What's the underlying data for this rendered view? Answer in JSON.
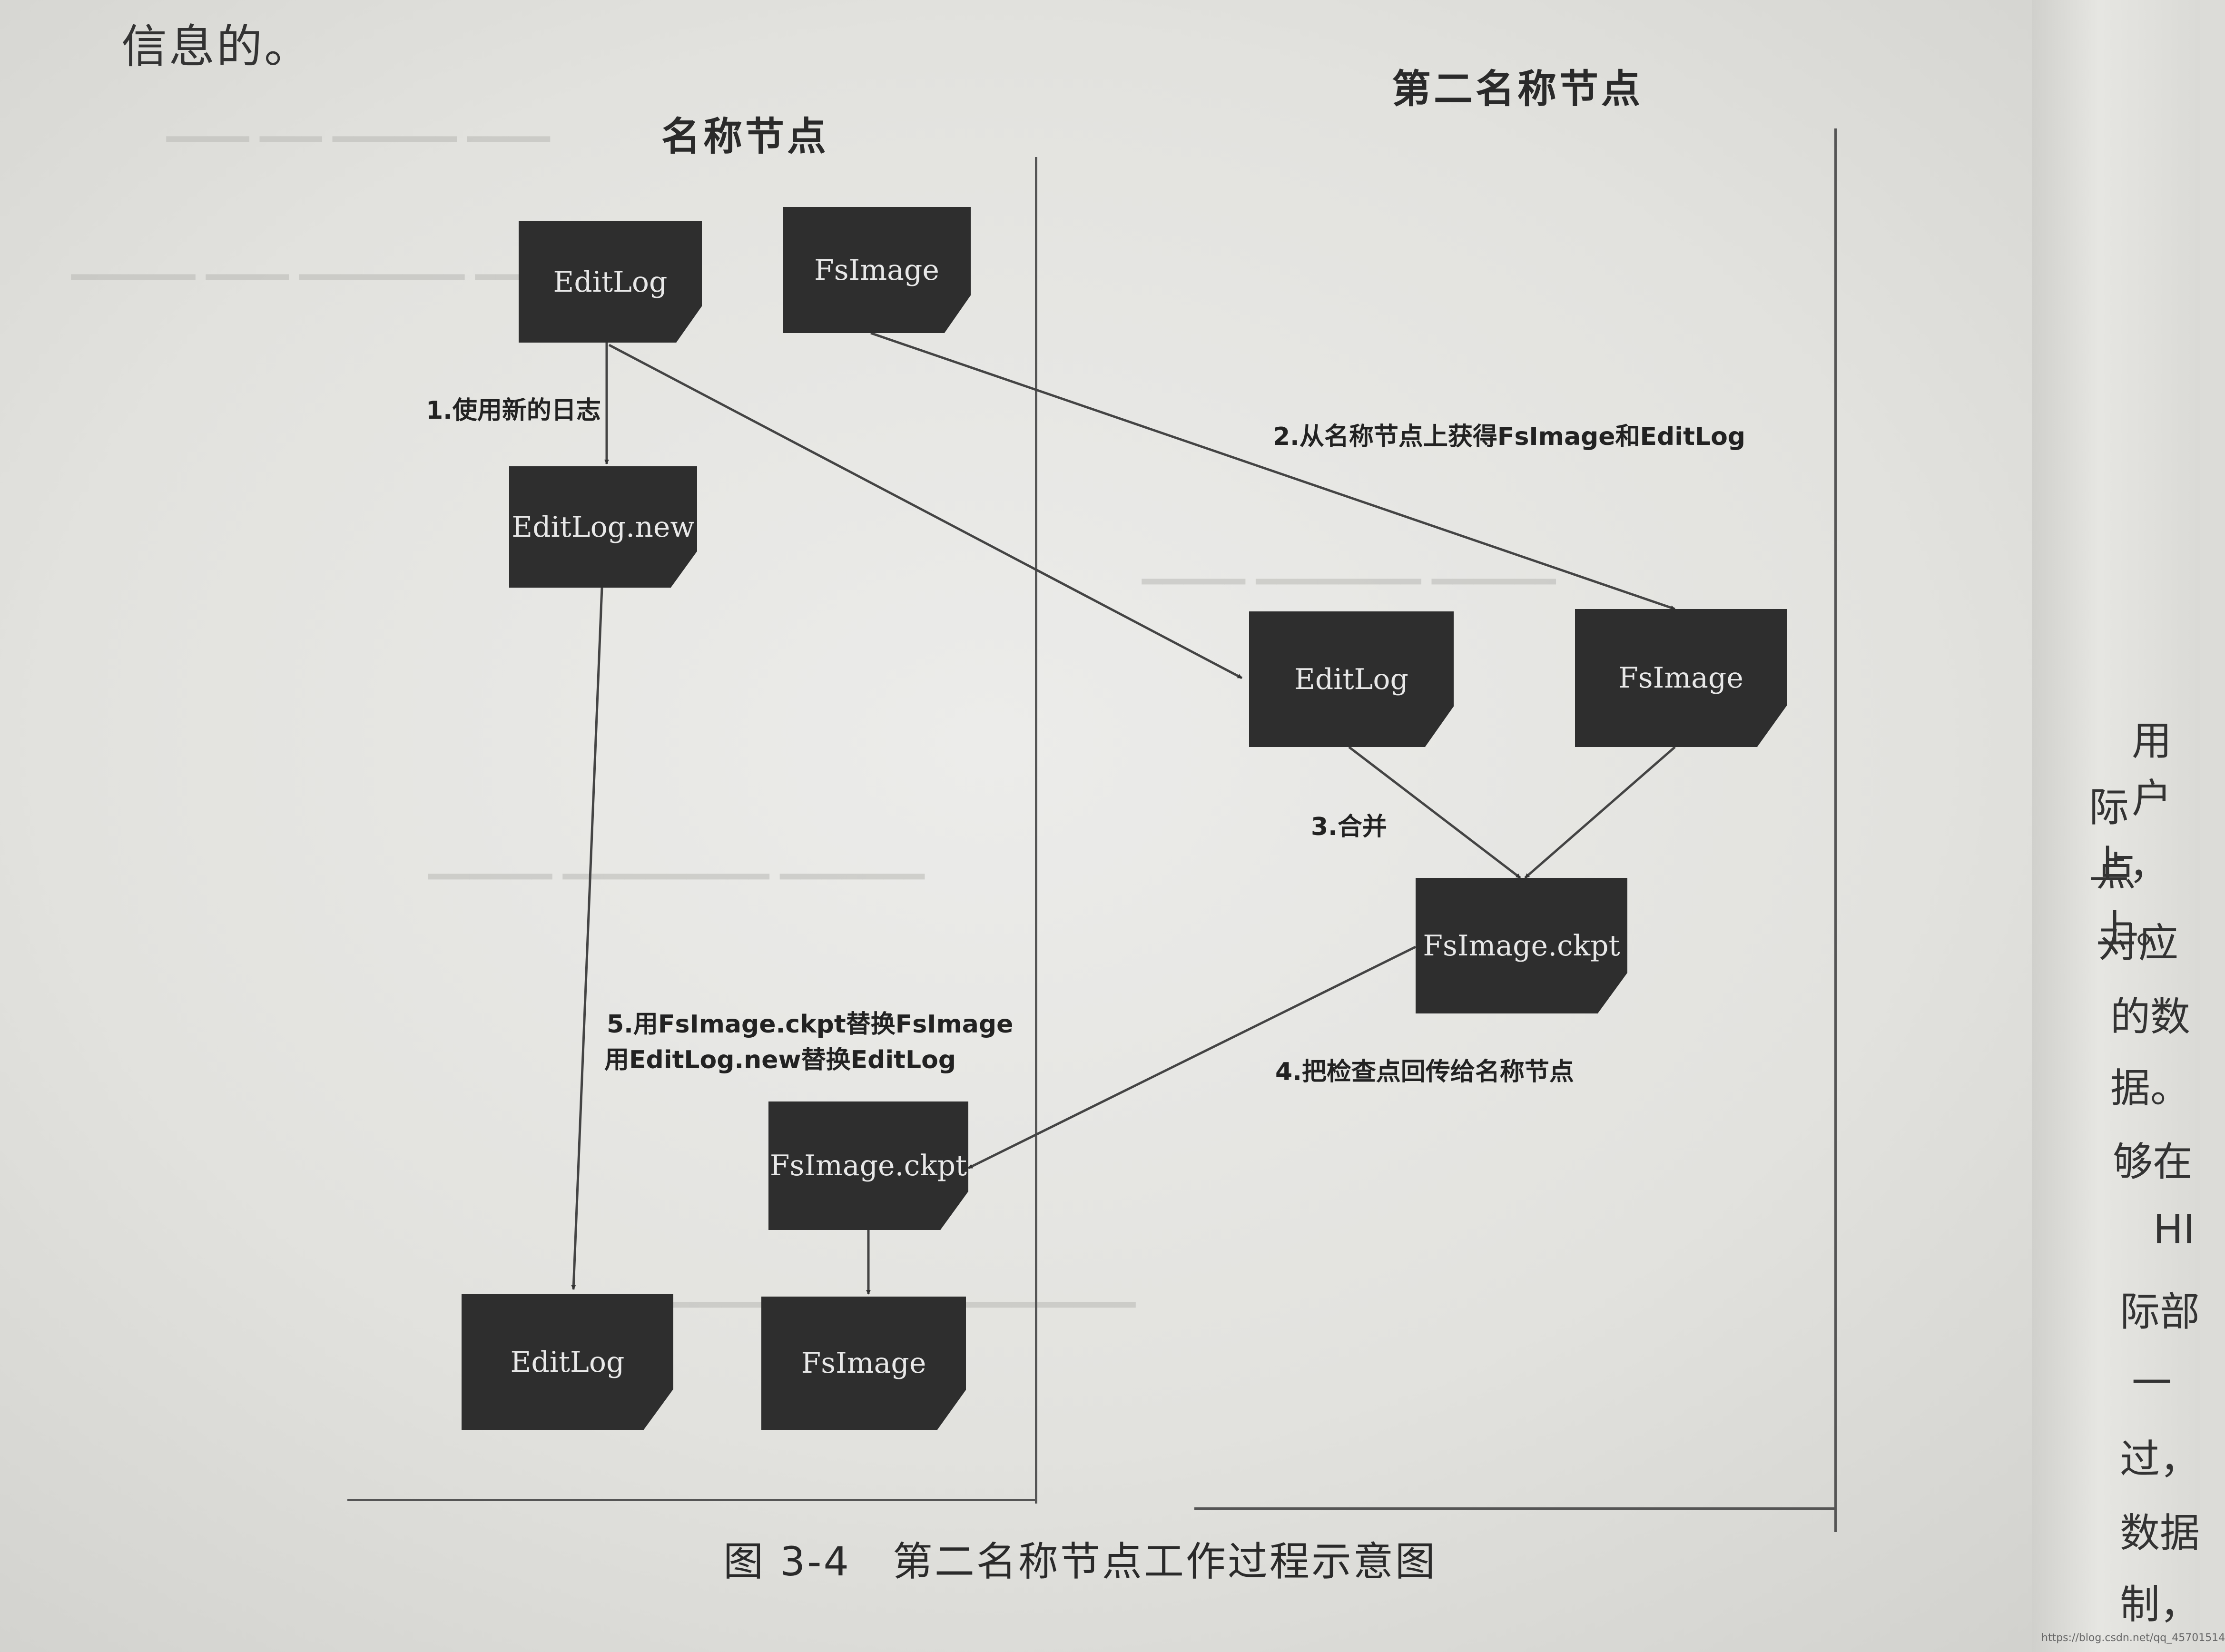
{
  "top_text": "信息的。",
  "titles": {
    "left": "名称节点",
    "right": "第二名称节点"
  },
  "nodes": {
    "n_editlog_top": "EditLog",
    "n_fsimage_top": "FsImage",
    "n_editlog_new": "EditLog.new",
    "n_editlog_sec": "EditLog",
    "n_fsimage_sec": "FsImage",
    "n_fsimage_ckpt_sec": "FsImage.ckpt",
    "n_fsimage_ckpt_bottom": "FsImage.ckpt",
    "n_editlog_bottom": "EditLog",
    "n_fsimage_bottom": "FsImage"
  },
  "steps": {
    "step1": "1.使用新的日志",
    "step2": "2.从名称节点上获得FsImage和EditLog",
    "step3": "3.合并",
    "step4": "4.把检查点回传给名称节点",
    "step5_line1": "5.用FsImage.ckpt替换FsImage",
    "step5_line2": "用EditLog.new替换EditLog"
  },
  "caption": "图 3-4　第二名称节点工作过程示意图",
  "side_text": [
    "用户",
    "际上，",
    "点上。",
    "对应",
    "的数",
    "据。",
    "够在",
    "HI",
    "际部",
    "一",
    "过，",
    "数据",
    "制，"
  ],
  "watermark": "https://blog.csdn.net/qq_45701514",
  "colors": {
    "node_fill": "#2e2e2e",
    "node_text": "#e8e8e8",
    "line": "#555555"
  }
}
